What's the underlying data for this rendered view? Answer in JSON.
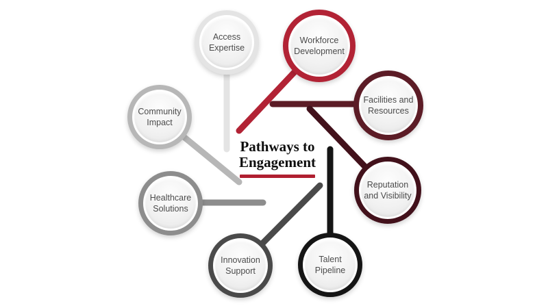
{
  "title": {
    "line1": "Pathways to",
    "line2": "Engagement",
    "underline_color": "#b01f30"
  },
  "nodes": [
    {
      "id": "access-expertise",
      "label": "Access Expertise",
      "lines": [
        "Access",
        "Expertise"
      ],
      "color": "#e4e4e4"
    },
    {
      "id": "workforce-development",
      "label": "Workforce Development",
      "lines": [
        "Workforce",
        "Development"
      ],
      "color": "#b22335"
    },
    {
      "id": "facilities-and-resources",
      "label": "Facilities and Resources",
      "lines": [
        "Facilities and",
        "Resources"
      ],
      "color": "#5c1c26"
    },
    {
      "id": "community-impact",
      "label": "Community Impact",
      "lines": [
        "Community",
        "Impact"
      ],
      "color": "#b7b7b7"
    },
    {
      "id": "reputation-and-visibility",
      "label": "Reputation and Visibility",
      "lines": [
        "Reputation",
        "and Visibility"
      ],
      "color": "#42111b"
    },
    {
      "id": "healthcare-solutions",
      "label": "Healthcare Solutions",
      "lines": [
        "Healthcare",
        "Solutions"
      ],
      "color": "#8d8d8d"
    },
    {
      "id": "innovation-support",
      "label": "Innovation Support",
      "lines": [
        "Innovation",
        "Support"
      ],
      "color": "#4a4a4a"
    },
    {
      "id": "talent-pipeline",
      "label": "Talent Pipeline",
      "lines": [
        "Talent",
        "Pipeline"
      ],
      "color": "#151515"
    }
  ]
}
